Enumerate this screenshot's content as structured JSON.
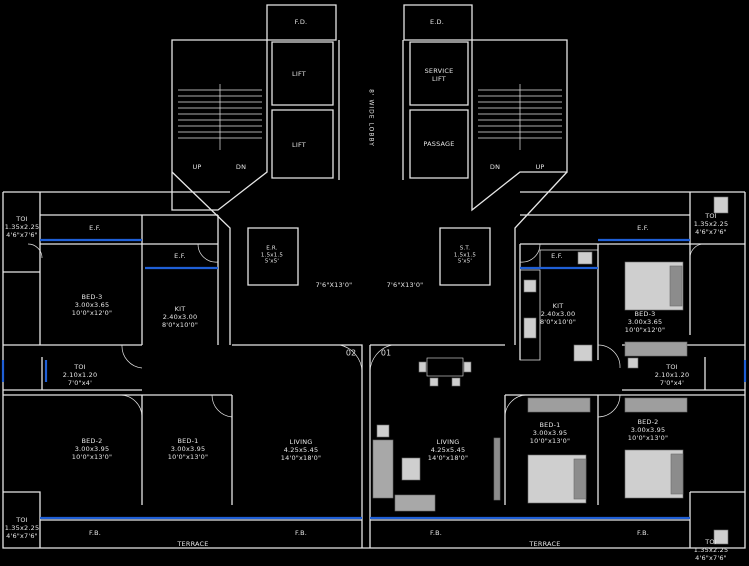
{
  "core": {
    "fd": "F.D.",
    "ed": "E.D.",
    "lift1": "LIFT",
    "lift2": "LIFT",
    "service_lift": [
      "SERVICE",
      "LIFT"
    ],
    "passage": "PASSAGE",
    "lobby": "8' WIDE LOBBY",
    "stair_left": {
      "up": "UP",
      "dn": "DN"
    },
    "stair_right": {
      "dn": "DN",
      "up": "UP"
    }
  },
  "foyers": {
    "left": "7'6\"X13'0\"",
    "right": "7'6\"X13'0\""
  },
  "unit_numbers": {
    "left": "02",
    "right": "01"
  },
  "left_unit": {
    "toi_top": {
      "name": "TOI",
      "metric": "1.35x2.25",
      "imperial": "4'6\"x7'6\""
    },
    "ef_1": "E.F.",
    "ef_2": "E.F.",
    "bed3": {
      "name": "BED-3",
      "metric": "3.00x3.65",
      "imperial": "10'0\"x12'0\""
    },
    "kit": {
      "name": "KIT",
      "metric": "2.40x3.00",
      "imperial": "8'0\"x10'0\""
    },
    "er": {
      "name": "E.R.",
      "metric": "1.5x1.5",
      "imperial": "5'x5'"
    },
    "toi_mid": {
      "name": "TOI",
      "metric": "2.10x1.20",
      "imperial": "7'0\"x4'"
    },
    "bed2": {
      "name": "BED-2",
      "metric": "3.00x3.95",
      "imperial": "10'0\"x13'0\""
    },
    "bed1": {
      "name": "BED-1",
      "metric": "3.00x3.95",
      "imperial": "10'0\"x13'0\""
    },
    "living": {
      "name": "LIVING",
      "metric": "4.25x5.45",
      "imperial": "14'0\"x18'0\""
    },
    "toi_bot": {
      "name": "TOI",
      "metric": "1.35x2.25",
      "imperial": "4'6\"x7'6\""
    },
    "fb_1": "F.B.",
    "terrace": "TERRACE",
    "fb_2": "F.B."
  },
  "right_unit": {
    "st": {
      "name": "S.T.",
      "metric": "1.5x1.5",
      "imperial": "5'x5'"
    },
    "ef_1": "E.F.",
    "ef_2": "E.F.",
    "kit": {
      "name": "KIT",
      "metric": "2.40x3.00",
      "imperial": "8'0\"x10'0\""
    },
    "bed3": {
      "name": "BED-3",
      "metric": "3.00x3.65",
      "imperial": "10'0\"x12'0\""
    },
    "toi_top": {
      "name": "TOI",
      "metric": "1.35x2.25",
      "imperial": "4'6\"x7'6\""
    },
    "toi_mid": {
      "name": "TOI",
      "metric": "2.10x1.20",
      "imperial": "7'0\"x4'"
    },
    "living": {
      "name": "LIVING",
      "metric": "4.25x5.45",
      "imperial": "14'0\"x18'0\""
    },
    "bed1": {
      "name": "BED-1",
      "metric": "3.00x3.95",
      "imperial": "10'0\"x13'0\""
    },
    "bed2": {
      "name": "BED-2",
      "metric": "3.00x3.95",
      "imperial": "10'0\"x13'0\""
    },
    "toi_bot": {
      "name": "TOI",
      "metric": "1.35x2.25",
      "imperial": "4'6\"x7'6\""
    },
    "fb_1": "F.B.",
    "terrace": "TERRACE",
    "fb_2": "F.B."
  },
  "colors": {
    "background": "#000000",
    "walls": "#e6e6e6",
    "glazing": "#1f5fd6",
    "furniture": "#bdbdbd"
  }
}
